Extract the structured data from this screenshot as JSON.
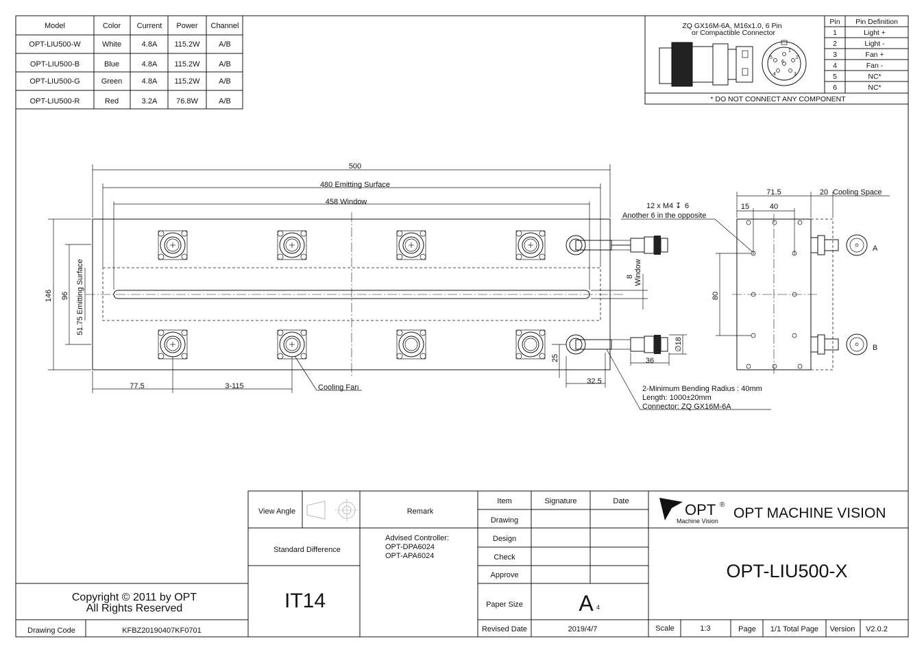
{
  "spec_table": {
    "headers": [
      "Model",
      "Color",
      "Current",
      "Power",
      "Channel"
    ],
    "rows": [
      [
        "OPT-LIU500-W",
        "White",
        "4.8A",
        "115.2W",
        "A/B"
      ],
      [
        "OPT-LIU500-B",
        "Blue",
        "4.8A",
        "115.2W",
        "A/B"
      ],
      [
        "OPT-LIU500-G",
        "Green",
        "4.8A",
        "115.2W",
        "A/B"
      ],
      [
        "OPT-LIU500-R",
        "Red",
        "3.2A",
        "76.8W",
        "A/B"
      ]
    ]
  },
  "connector_box": {
    "title_line1": "ZQ GX16M-6A, M16x1.0, 6 Pin",
    "title_line2": "or Compactible Connector",
    "pin_headers": [
      "Pin",
      "Pin Definition"
    ],
    "pins": [
      [
        "1",
        "Light +"
      ],
      [
        "2",
        "Light -"
      ],
      [
        "3",
        "Fan +"
      ],
      [
        "4",
        "Fan -"
      ],
      [
        "5",
        "NC*"
      ],
      [
        "6",
        "NC*"
      ]
    ],
    "footnote": "* DO NOT CONNECT ANY COMPONENT",
    "pin_numbers": [
      "1",
      "2",
      "3",
      "4",
      "5",
      "6"
    ]
  },
  "dimensions": {
    "overall_length": "500",
    "emitting_length": "480 Emitting Surface",
    "window_length": "458  Window",
    "height": "146",
    "emitting_height": "96",
    "emitting_height_label": "51.75 Emitting Surface",
    "window_width": "8",
    "window_label": "Window",
    "fan_offset": "77.5",
    "fan_pitch": "3-115",
    "cooling_fan": "Cooling Fan",
    "connector_offset": "32.5",
    "cable_offset": "25",
    "cable_length_dim": "36",
    "connector_dia": "∅18",
    "thread_label": "12 x M4",
    "depth_symbol": "↧",
    "thread_depth": "6",
    "thread_note": "Another 6 in the opposite",
    "cable_note_1": "2-Minimum Bending Radius : 40mm",
    "cable_note_2": "Length: 1000±20mm",
    "cable_note_3": "Connector: ZQ GX16M-6A",
    "side_depth": "71.5",
    "cooling_space_value": "20",
    "cooling_space": "Cooling Space",
    "side_hole_1": "15",
    "side_hole_2": "40",
    "side_height": "80",
    "channel_a": "A",
    "channel_b": "B"
  },
  "title_block": {
    "view_angle": "View Angle",
    "remark": "Remark",
    "standard_difference": "Standard Difference",
    "advised_controller": "Advised Controller:",
    "controller_1": "OPT-DPA6024",
    "controller_2": "OPT-APA6024",
    "tolerance": "IT14",
    "item": "Item",
    "signature": "Signature",
    "date": "Date",
    "drawing": "Drawing",
    "design": "Design",
    "check": "Check",
    "approve": "Approve",
    "paper_size": "Paper Size",
    "paper_value": "A",
    "paper_sub": "4",
    "revised_date": "Revised Date",
    "revised_value": "2019/4/7",
    "logo_text": "OPT",
    "logo_reg": "®",
    "logo_sub": "Machine Vision",
    "company": "OPT MACHINE VISION",
    "product": "OPT-LIU500-X",
    "scale": "Scale",
    "scale_value": "1:3",
    "page": "Page",
    "page_value": "1/1 Total Page",
    "version": "Version",
    "version_value": "V2.0.2",
    "copyright_1": "Copyright © 2011 by OPT",
    "copyright_2": "All Rights Reserved",
    "drawing_code": "Drawing Code",
    "drawing_code_value": "KFBZ20190407KF0701"
  },
  "colors": {
    "line": "#111111",
    "paper": "#ffffff"
  }
}
